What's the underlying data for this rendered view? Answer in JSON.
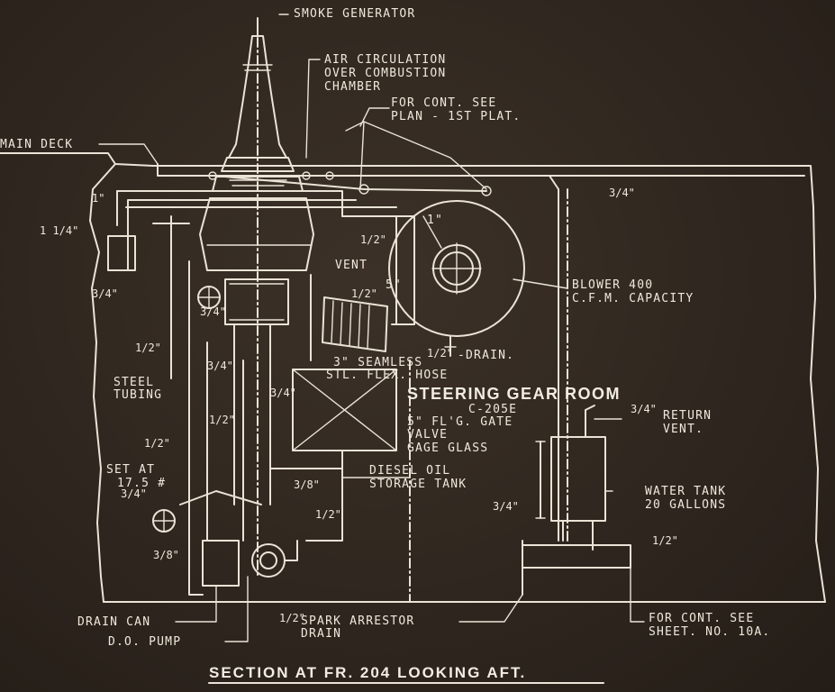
{
  "title": "SECTION AT FR. 204 LOOKING AFT.",
  "room": {
    "name": "STEERING GEAR ROOM",
    "code": "C-205E"
  },
  "labels": {
    "smoke_generator": "SMOKE GENERATOR",
    "air_circ_1": "AIR CIRCULATION",
    "air_circ_2": "OVER COMBUSTION",
    "air_circ_3": "CHAMBER",
    "cont_plan_1": "FOR CONT. SEE",
    "cont_plan_2": "PLAN - 1ST PLAT.",
    "main_deck": "MAIN DECK",
    "blower_1": "BLOWER 400",
    "blower_2": "C.F.M. CAPACITY",
    "drain": "-DRAIN.",
    "seamless_1": "3\" SEAMLESS",
    "seamless_2": "STL. FLEX. HOSE",
    "steel_1": "STEEL",
    "steel_2": "TUBING",
    "gate_1": "5\" FL'G. GATE",
    "gate_2": "VALVE",
    "gage_glass": "GAGE GLASS",
    "return_1": "RETURN",
    "return_2": "VENT.",
    "set_at_1": "SET AT",
    "set_at_2": "17.5 #",
    "diesel_1": "DIESEL OIL",
    "diesel_2": "STORAGE TANK",
    "water_1": "WATER TANK",
    "water_2": "20 GALLONS",
    "drain_can": "DRAIN CAN",
    "do_pump": "D.O. PUMP",
    "spark_1": "SPARK ARRESTOR",
    "spark_2": "DRAIN",
    "cont_sheet_1": "FOR CONT. SEE",
    "cont_sheet_2": "SHEET. NO. 10A.",
    "vent": "VENT",
    "five_in": "5\"",
    "one_in": "1\""
  },
  "sizes": {
    "one": "1\"",
    "one_quarter": "1 1/4\"",
    "three_quarter": "3/4\"",
    "half": "1/2\"",
    "three_eighths": "3/8\""
  }
}
